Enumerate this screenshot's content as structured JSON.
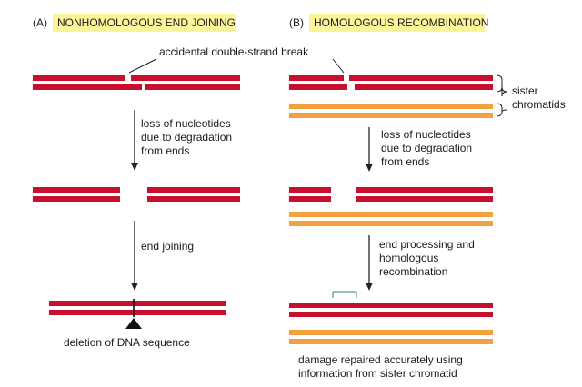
{
  "panel_a": {
    "letter": "(A)",
    "title": "NONHOMOLOGOUS END JOINING",
    "step1": [
      "loss of nucleotides",
      "due to degradation",
      "from ends"
    ],
    "step2": "end joining",
    "result": "deletion of DNA sequence"
  },
  "panel_b": {
    "letter": "(B)",
    "title": "HOMOLOGOUS RECOMBINATION",
    "step1": [
      "loss of nucleotides",
      "due to degradation",
      "from ends"
    ],
    "step2": [
      "end processing and",
      "homologous",
      "recombination"
    ],
    "result": [
      "damage repaired accurately using",
      "information from sister chromatid"
    ],
    "sister_label": [
      "sister",
      "chromatids"
    ]
  },
  "break_label": "accidental double-strand break",
  "colors": {
    "red_strand": "#c8102e",
    "orange_strand": "#f4a040",
    "title_highlight": "#fbf59a",
    "arrow": "#222222",
    "bracket": "#2f7f7a"
  }
}
